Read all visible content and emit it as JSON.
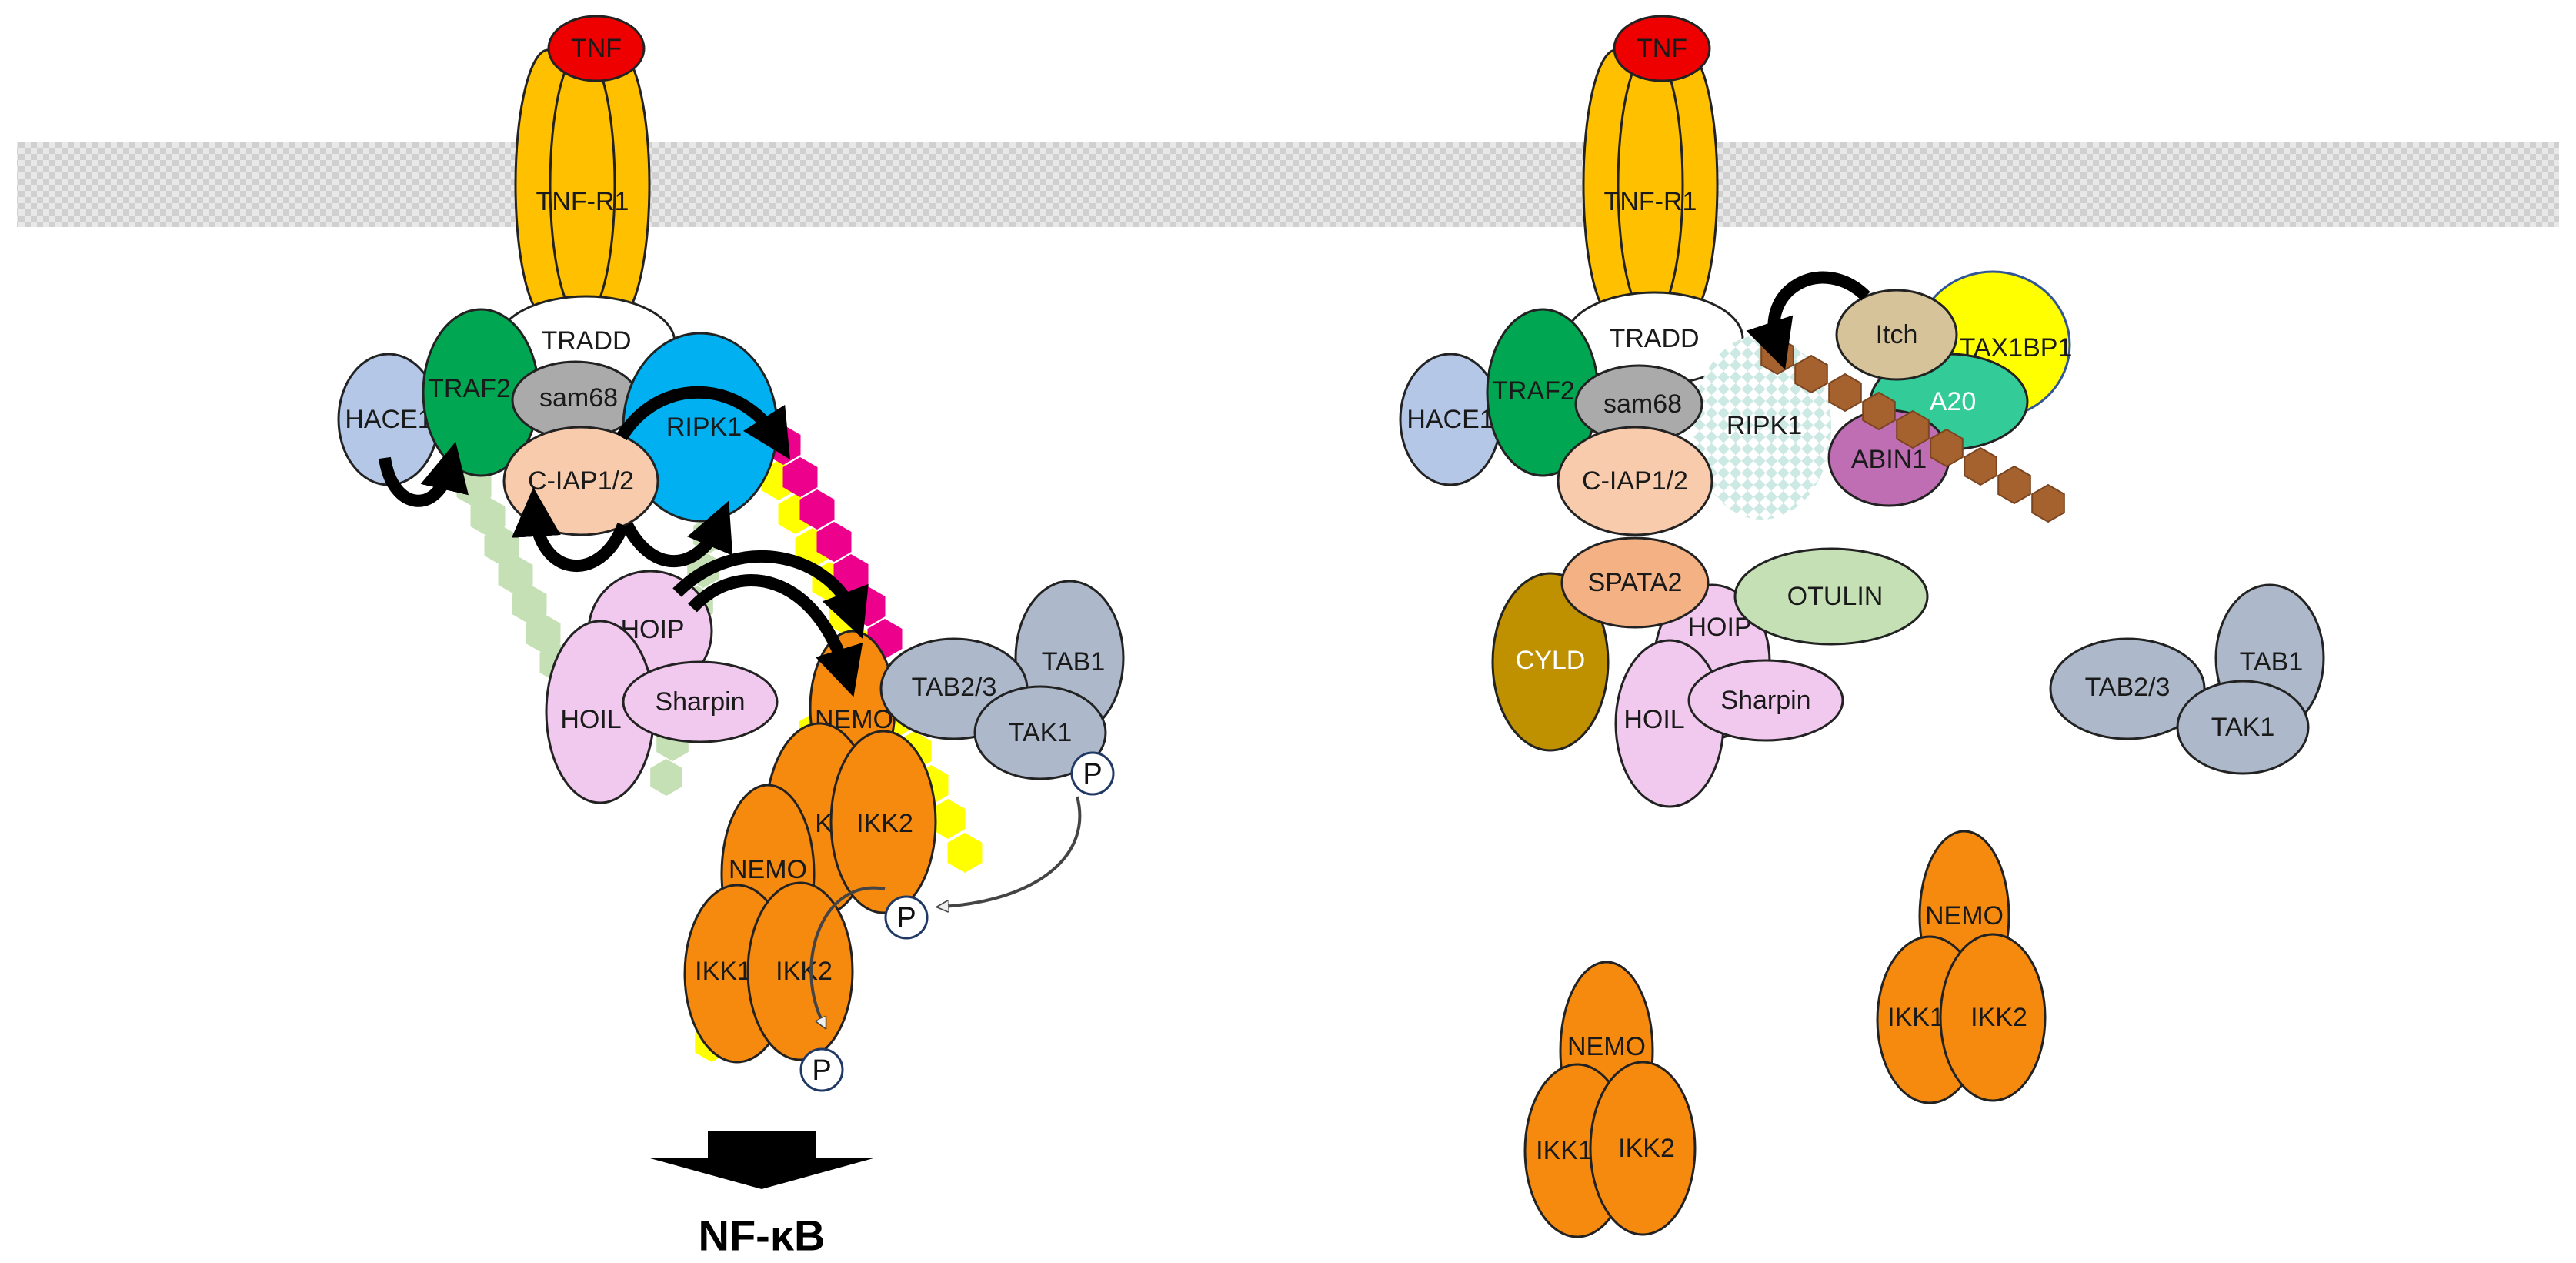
{
  "left": {
    "tnf": "TNF",
    "receptor": "TNF-R1",
    "tradd": "TRADD",
    "traf2": "TRAF2",
    "hace1": "HACE1",
    "sam68": "sam68",
    "ripk1": "RIPK1",
    "ciap": "C-IAP1/2",
    "hoip": "HOIP",
    "hoil": "HOIL",
    "sharpin": "Sharpin",
    "nemo_top": "NEMO",
    "ikk1_partial": "K1",
    "ikk2": "IKK2",
    "tab23": "TAB2/3",
    "tab1": "TAB1",
    "tak1": "TAK1",
    "nemo_low": "NEMO",
    "ikk1_low": "IKK1",
    "ikk2_low": "IKK2",
    "phospho": "P",
    "output": "NF-κB"
  },
  "right": {
    "tnf": "TNF",
    "receptor": "TNF-R1",
    "tradd": "TRADD",
    "traf2": "TRAF2",
    "hace1": "HACE1",
    "sam68": "sam68",
    "ripk1": "RIPK1",
    "ciap": "C-IAP1/2",
    "itch": "Itch",
    "tax1bp1": "TAX1BP1",
    "a20": "A20",
    "abin1": "ABIN1",
    "spata2": "SPATA2",
    "cyld": "CYLD",
    "hoip": "HOIP",
    "otulin": "OTULIN",
    "hoil": "HOIL",
    "sharpin": "Sharpin",
    "tab23": "TAB2/3",
    "tab1": "TAB1",
    "tak1": "TAK1",
    "nemo_a": "NEMO",
    "ikk1_a": "IKK1",
    "ikk2_a": "IKK2",
    "nemo_b": "NEMO",
    "ikk1_b": "IKK1",
    "ikk2_b": "IKK2"
  },
  "colors": {
    "tnf": "#ee0000",
    "receptor": "#ffc000",
    "traf2": "#00a651",
    "hace1": "#b4c7e7",
    "sam68": "#aaaaaa",
    "ripk1": "#00b0f0",
    "ciap": "#f8cbad",
    "lubac": "#f2c9ee",
    "ikk": "#f58a0f",
    "tak": "#adb9ca",
    "ub_yellow": "#ffff00",
    "ub_magenta": "#ec008c",
    "ub_green": "#c5e0b4",
    "ub_brown": "#a5622e",
    "itch": "#d6c39a",
    "tax1bp1": "#ffff00",
    "a20": "#33cc99",
    "abin1": "#c06eb4",
    "spata2": "#f4b183",
    "cyld": "#bf9000",
    "otulin": "#c5e0b4"
  }
}
